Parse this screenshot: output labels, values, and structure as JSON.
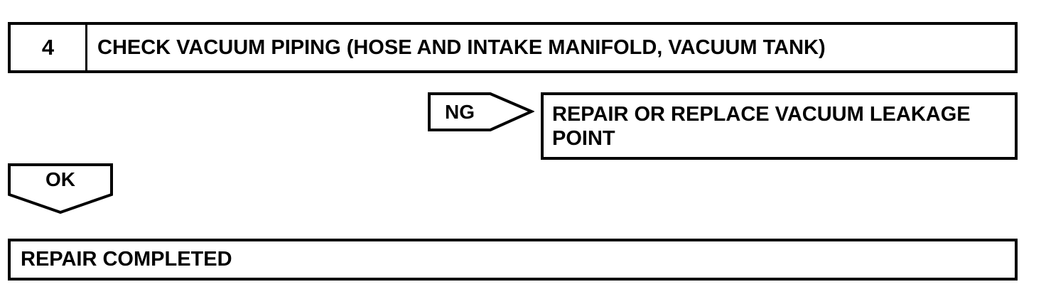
{
  "diagram": {
    "type": "troubleshooting-flowchart",
    "colors": {
      "background": "#ffffff",
      "line": "#000000",
      "text": "#000000"
    },
    "step": {
      "number": "4",
      "title": "CHECK VACUUM PIPING (HOSE AND INTAKE MANIFOLD, VACUUM TANK)"
    },
    "ng_branch": {
      "connector_label": "NG",
      "action_lines": {
        "0": "REPAIR OR REPLACE VACUUM LEAKAGE",
        "1": "POINT"
      }
    },
    "ok_branch": {
      "connector_label": "OK",
      "result": "REPAIR COMPLETED"
    }
  }
}
